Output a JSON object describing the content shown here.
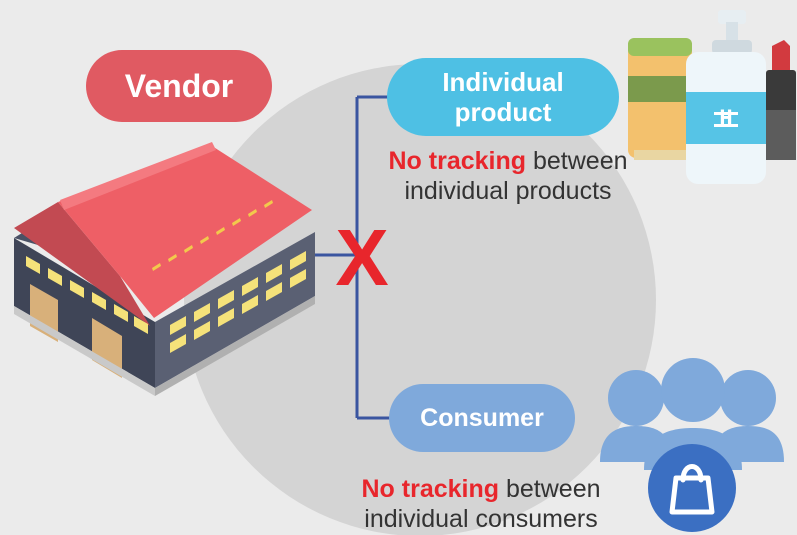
{
  "colors": {
    "background": "#ebebeb",
    "circle": "#d4d4d4",
    "vendor": "#e05a62",
    "product": "#4ec0e4",
    "consumer": "#7fa9db",
    "connector": "#3a55a0",
    "cross": "#e8262c",
    "highlight": "#e8262c"
  },
  "icons": {
    "warehouse": "warehouse-icon",
    "products": "cosmetics-products-icon",
    "consumers": "consumer-group-icon",
    "cross": "x-cross-icon",
    "bag": "shopping-bag-icon"
  },
  "vendor": {
    "label": "Vendor"
  },
  "product": {
    "label_line1": "Individual",
    "label_line2": "product",
    "note_highlight": "No tracking",
    "note_rest": " between",
    "note_line2": "individual products"
  },
  "consumer": {
    "label": "Consumer",
    "note_highlight": "No tracking",
    "note_rest": " between",
    "note_line2": "individual consumers"
  },
  "cross_mark": "X"
}
